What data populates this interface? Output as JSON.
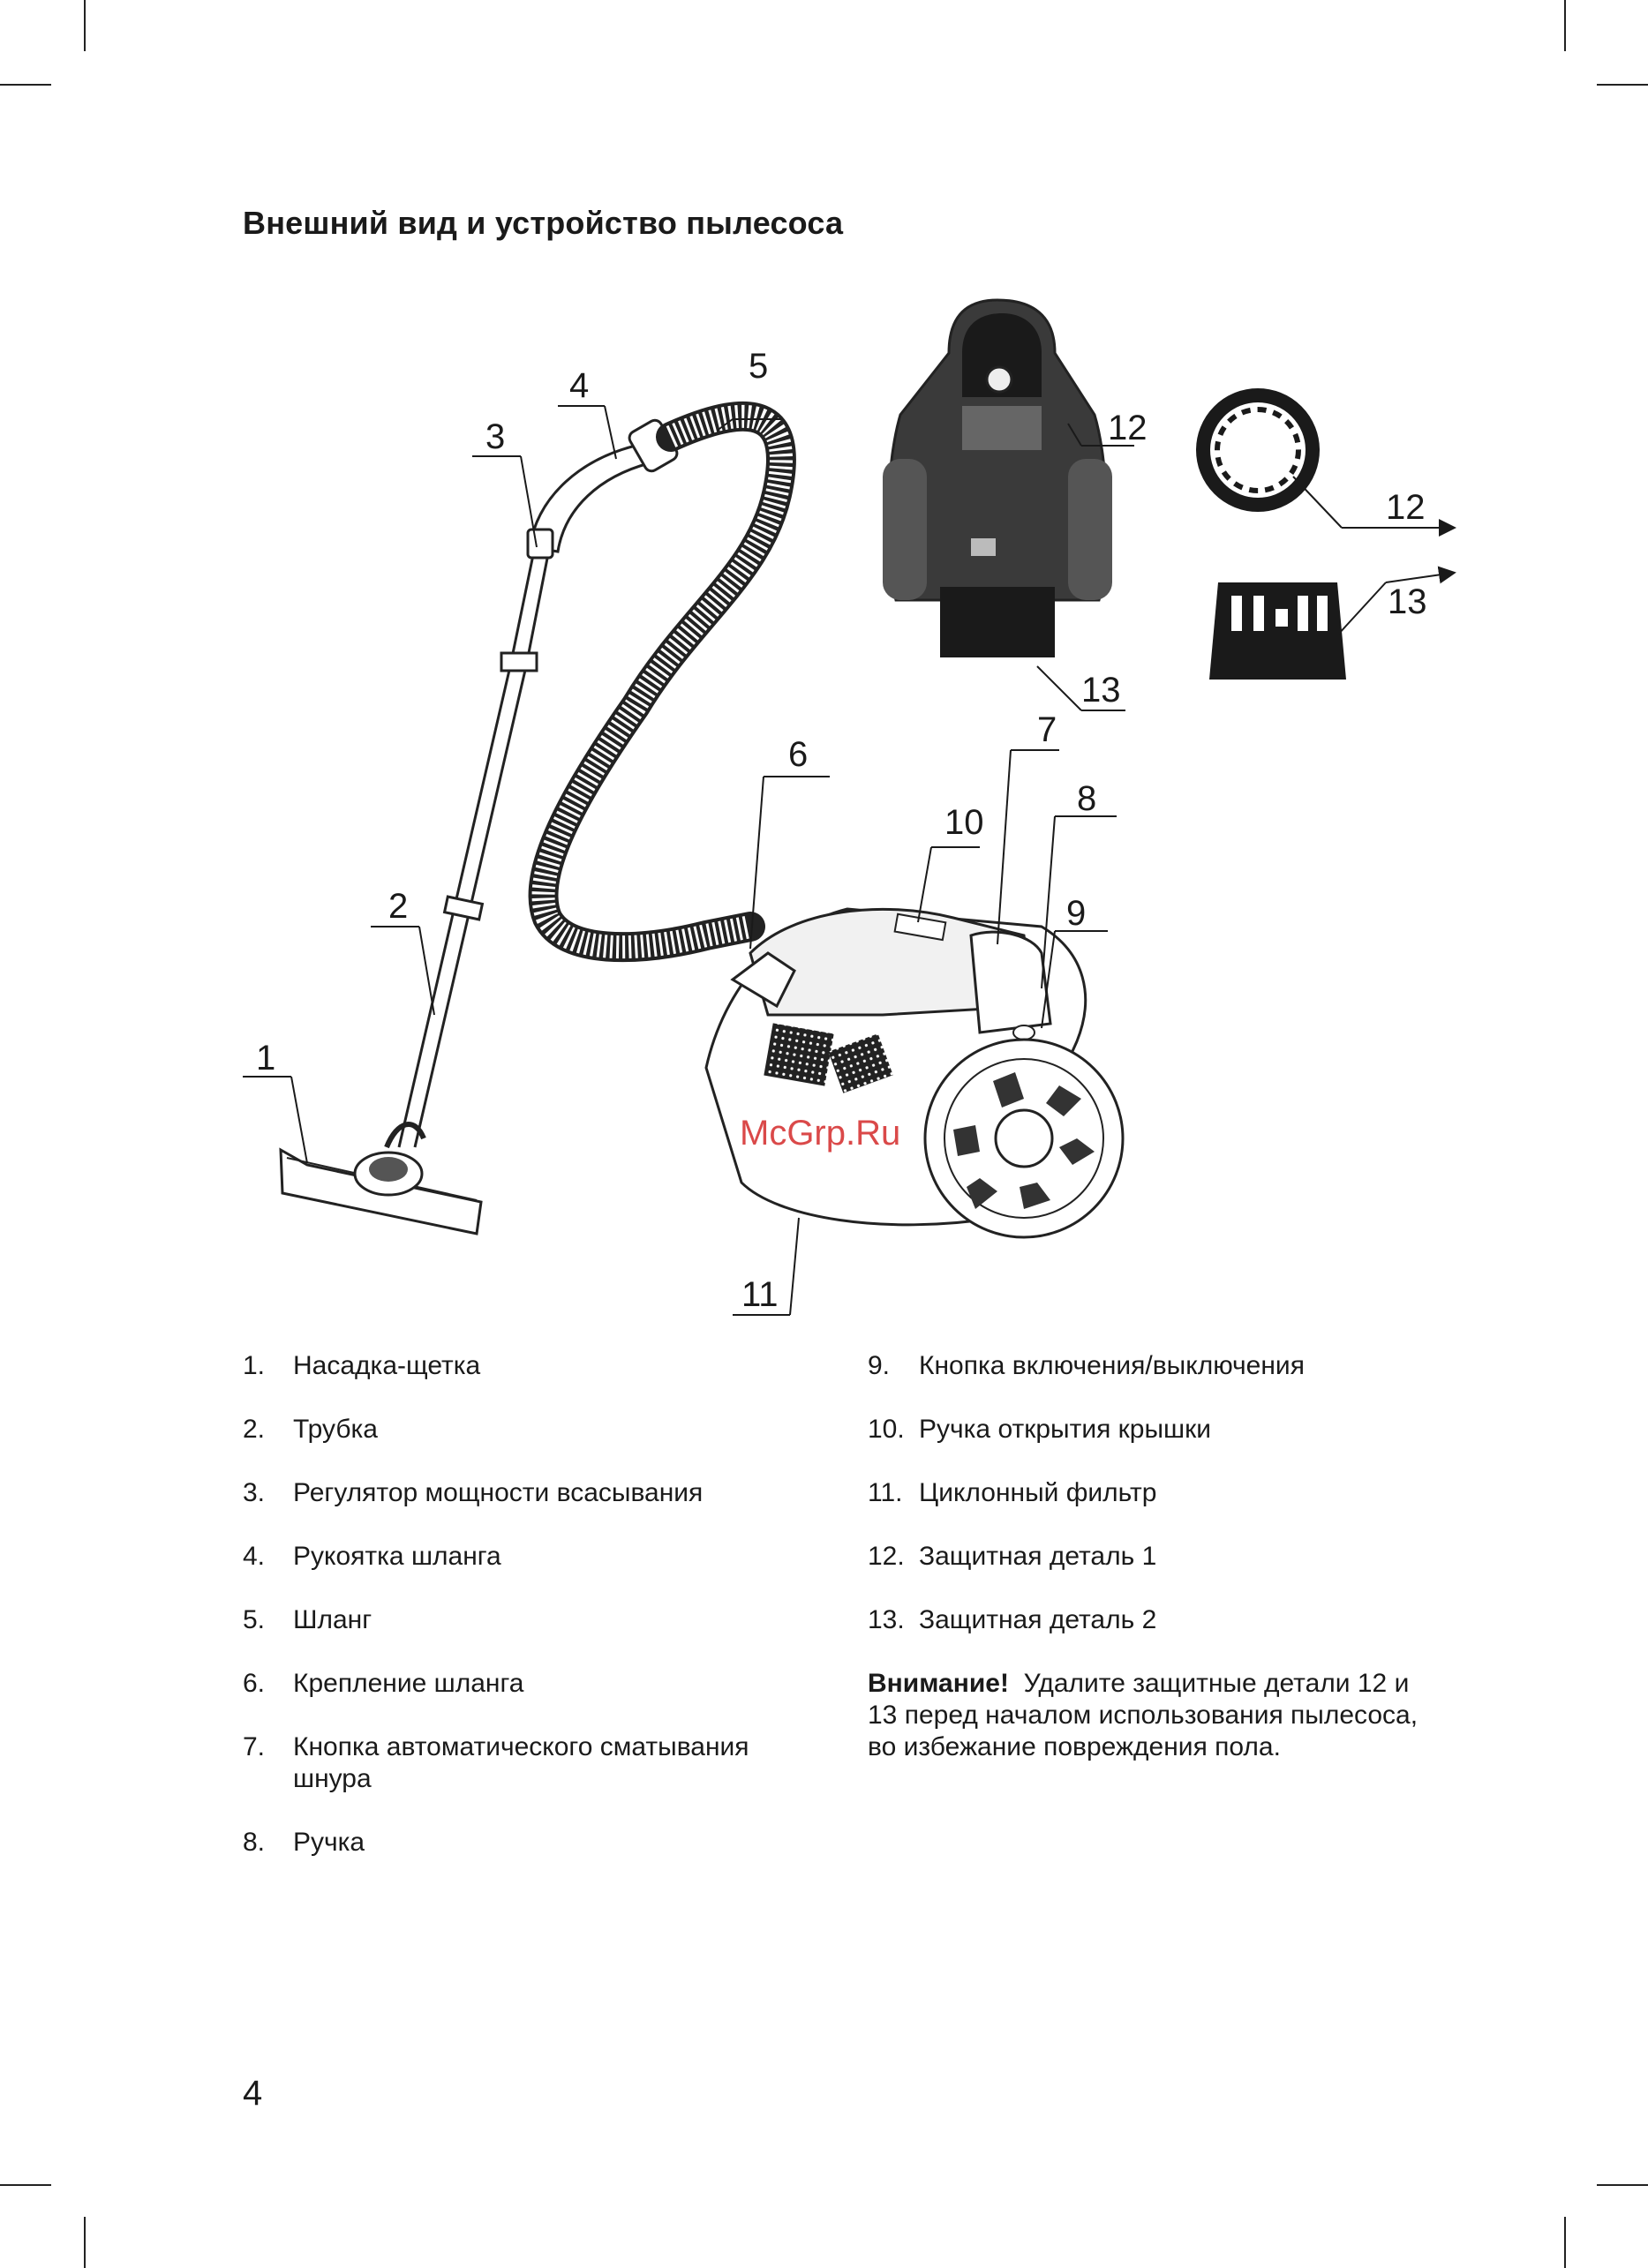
{
  "title": "Внешний вид и устройство пылесоса",
  "callouts": [
    "1",
    "2",
    "3",
    "4",
    "5",
    "6",
    "7",
    "8",
    "9",
    "10",
    "11",
    "12",
    "13"
  ],
  "parts_left": [
    {
      "num": "1.",
      "text": "Насадка-щетка"
    },
    {
      "num": "2.",
      "text": "Трубка"
    },
    {
      "num": "3.",
      "text": "Регулятор мощности всасывания"
    },
    {
      "num": "4.",
      "text": "Рукоятка шланга"
    },
    {
      "num": "5.",
      "text": "Шланг"
    },
    {
      "num": "6.",
      "text": "Крепление шланга"
    },
    {
      "num": "7.",
      "text": "Кнопка автоматического сматывания шнура"
    },
    {
      "num": "8.",
      "text": "Ручка"
    }
  ],
  "parts_right": [
    {
      "num": "9.",
      "text": "Кнопка включения/выключения"
    },
    {
      "num": "10.",
      "text": "Ручка открытия крышки"
    },
    {
      "num": "11.",
      "text": "Циклонный фильтр"
    },
    {
      "num": "12.",
      "text": "Защитная деталь 1"
    },
    {
      "num": "13.",
      "text": "Защитная деталь 2"
    }
  ],
  "warning": {
    "label": "Внимание!",
    "text": "Удалите защитные детали 12 и 13 перед началом использования пылесоса, во избежание повреждения пола."
  },
  "watermark": "McGrp.Ru",
  "page_number": "4"
}
